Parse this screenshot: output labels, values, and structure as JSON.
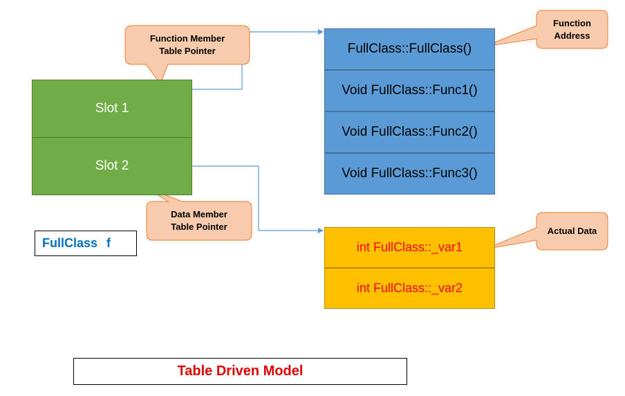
{
  "object": {
    "slots": [
      "Slot 1",
      "Slot 2"
    ],
    "instance_class": "FullClass",
    "instance_var": "f"
  },
  "function_table": {
    "entries": [
      "FullClass::FullClass()",
      "Void FullClass::Func1()",
      "Void FullClass::Func2()",
      "Void FullClass::Func3()"
    ]
  },
  "data_table": {
    "entries": [
      "int FullClass::_var1",
      "int FullClass::_var2"
    ]
  },
  "callouts": {
    "function_member": "Function Member\nTable Pointer",
    "data_member": "Data Member\nTable Pointer",
    "function_address": "Function\nAddress",
    "actual_data": "Actual Data"
  },
  "caption": "Table Driven Model",
  "colors": {
    "slot_fill": "#70ad47",
    "function_fill": "#5b9bd5",
    "data_fill": "#ffc000",
    "callout_fill": "#f8cbad",
    "callout_stroke": "#ed7d31",
    "arrow": "#5b9bd5",
    "instance_text": "#0070c0",
    "caption_text": "#e00000"
  }
}
